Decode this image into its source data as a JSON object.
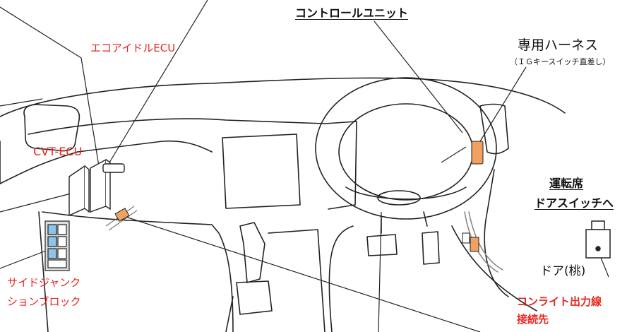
{
  "labels": {
    "control_unit": "コントロールユニット",
    "harness": "専用ハーネス",
    "harness_sub": "（ＩＧキースイッチ直差し）",
    "eco_idle_ecu": "エコアイドルECU",
    "cvt_ecu": "CVT-ECU",
    "side_junction_1": "サイドジャンク",
    "side_junction_2": "ションブロック",
    "driver_seat": "運転席",
    "door_switch": "ドアスイッチへ",
    "door_wire": "ドア(桃)",
    "courtesy_1": "コンライト出力線",
    "courtesy_2": "接続先"
  },
  "colors": {
    "label_red": "#e8261e",
    "label_black": "#111111",
    "connector_orange": "#f0a060",
    "junction_blue": "#8ec4e8",
    "outline": "#222222"
  },
  "icons": [
    "steering-wheel",
    "ecu-box",
    "connector",
    "door-switch",
    "shift-lever",
    "pedal"
  ]
}
